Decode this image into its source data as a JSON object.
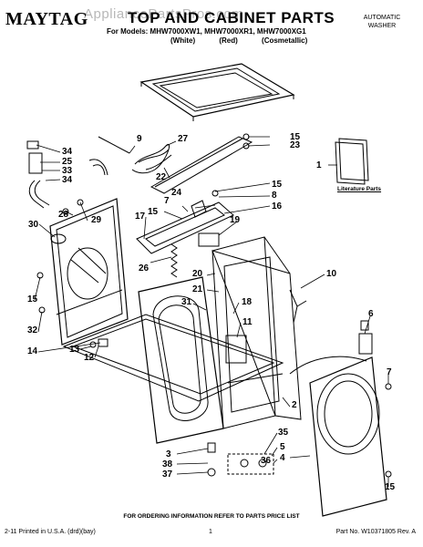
{
  "header": {
    "brand": "MAYTAG",
    "title": "TOP AND CABINET PARTS",
    "watermark": "AppliancePartsPros.com",
    "models": "For Models: MHW7000XW1, MHW7000XR1, MHW7000XG1",
    "variant_white": "(White)",
    "variant_red": "(Red)",
    "variant_cosmetallic": "(Cosmetallic)",
    "category_line1": "AUTOMATIC",
    "category_line2": "WASHER"
  },
  "literature_caption": "Literature Parts",
  "part_labels": {
    "p34a": "34",
    "p25": "25",
    "p33": "33",
    "p34b": "34",
    "p28": "28",
    "p29": "29",
    "p30": "30",
    "p9": "9",
    "p27": "27",
    "p22": "22",
    "p15a": "15",
    "p23": "23",
    "p1": "1",
    "p24": "24",
    "p7a": "7",
    "p15b": "15",
    "p17": "17",
    "p15c": "15",
    "p8": "8",
    "p16": "16",
    "p19": "19",
    "p26": "26",
    "p20": "20",
    "p21": "21",
    "p31": "31",
    "p18": "18",
    "p11": "11",
    "p10": "10",
    "p15d": "15",
    "p32": "32",
    "p14": "14",
    "p13": "13",
    "p12": "12",
    "p6": "6",
    "p7b": "7",
    "p2": "2",
    "p35": "35",
    "p5": "5",
    "p4": "4",
    "p36": "36",
    "p3": "3",
    "p38": "38",
    "p37": "37",
    "p15e": "15"
  },
  "footer": {
    "note": "FOR ORDERING INFORMATION REFER TO PARTS PRICE LIST",
    "left": "2-11 Printed in U.S.A. (drd)(bay)",
    "page": "1",
    "part_no": "Part No. W10371805 Rev. A"
  }
}
